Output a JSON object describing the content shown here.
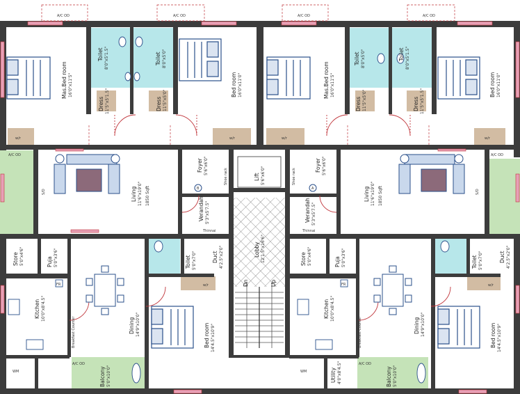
{
  "colors": {
    "wall": "#3c3c3c",
    "toilet_fill": "#b7e7ea",
    "balcony_fill": "#c5e3b8",
    "wardrobe_fill": "#d2bca3",
    "door_red": "#c0343a",
    "window_pink": "#e7a0b6",
    "furniture_blue": "#2a4f8a",
    "sofa_fill": "#c9d8ec",
    "rug_fill": "#8c6a7a",
    "lobby_grid": "#7a7a7a"
  },
  "rooms": {
    "mbed_l_name": "Mas.Bed room",
    "mbed_l_dim": "16'0\"x11'5\"",
    "toilet_l1_name": "Toilet",
    "toilet_l1_dim": "8'0\"x5'1.5\"",
    "toilet_l2_name": "Toilet",
    "toilet_l2_dim": "8'0\"x5'0\"",
    "dress_l1_name": "Dress",
    "dress_l1_dim": "11'5\"x5'1.5\"",
    "dress_l2_name": "Dress",
    "dress_l2_dim": "11'5\"x5'0\"",
    "bed_l_name": "Bed room",
    "bed_l_dim": "16'0\"x11'0\"",
    "living_l_name": "Living",
    "living_l_dim": "11'6\"x19'0\"",
    "area_l": "1850 Sqft",
    "foyer_l_name": "Foyer",
    "foyer_l_dim": "5'6\"x6'0\"",
    "verandah_l_name": "Verandah",
    "verandah_l_dim": "5'3\"x5'7.5\"",
    "shoe_l": "Shoe rack",
    "thinnai_l": "Thinnai",
    "lift_name": "Lift",
    "lift_dim": "5'6\"x6'0\"",
    "lobby_name": "Lobby",
    "lobby_dim": "12'1.5\"x16'6\"",
    "dn": "Dn",
    "up": "Up",
    "foyer_r_name": "Foyer",
    "foyer_r_dim": "5'6\"x6'0\"",
    "verandah_r_name": "Verandah",
    "verandah_r_dim": "5'3\"x5'7.5\"",
    "shoe_r": "Shoe rack",
    "thinnai_r": "Thinnai",
    "mbed_r_name": "Mas.Bed room",
    "mbed_r_dim": "16'0\"x11'5\"",
    "toilet_r1_name": "Toilet",
    "toilet_r1_dim": "8'0\"x5'0\"",
    "toilet_r2_name": "Toilet",
    "toilet_r2_dim": "8'0\"x5'1.5\"",
    "dress_r1_name": "Dress",
    "dress_r1_dim": "11'5\"x5'0\"",
    "dress_r2_name": "Dress",
    "dress_r2_dim": "11'5\"x5'1.5\"",
    "bed_r_name": "Bed room",
    "bed_r_dim": "16'0\"x11'0\"",
    "living_r_name": "Living",
    "living_r_dim": "11'6\"x19'0\"",
    "area_r": "1850 Sqft",
    "store_l_name": "Store",
    "store_l_dim": "5'0\"x4'6\"",
    "puja_l_name": "Puja",
    "puja_l_dim": "5'0\"x3'6\"",
    "kitchen_l_name": "Kitchen",
    "kitchen_l_dim": "10'0\"x8'4.5\"",
    "dining_l_name": "Dining",
    "dining_l_dim": "14'9\"x10'0\"",
    "toilet_l3_name": "Toilet",
    "toilet_l3_dim": "5'0\"x7'0\"",
    "duct_l_name": "Duct",
    "duct_l_dim": "4'2.5\"x2'0\"",
    "bed2_l_name": "Bed room",
    "bed2_l_dim": "14'4.5\"x10'9\"",
    "balcony_l_name": "Balcony",
    "balcony_l_dim": "5'0\"x10'0\"",
    "bcounter_l": "Breakfast Counter",
    "store_r_name": "Store",
    "store_r_dim": "5'0\"x4'6\"",
    "puja_r_name": "Puja",
    "puja_r_dim": "5'0\"x3'6\"",
    "kitchen_r_name": "Kitchen",
    "kitchen_r_dim": "10'0\"x8'4.5\"",
    "dining_r_name": "Dining",
    "dining_r_dim": "14'9\"x10'0\"",
    "toilet_r3_name": "Toilet",
    "toilet_r3_dim": "5'0\"x7'0\"",
    "duct_r_name": "Duct",
    "duct_r_dim": "4'2.5\"x2'0\"",
    "bed2_r_name": "Bed room",
    "bed2_r_dim": "14'4.5\"x10'9\"",
    "utility_r_name": "Utility",
    "utility_r_dim": "4'0\"x8'4.5\"",
    "balcony_r_name": "Balcony",
    "balcony_r_dim": "5'0\"x10'0\"",
    "bcounter_r": "Breakfast Counter"
  },
  "labels": {
    "acod": "A/C OD",
    "wr": "w/r",
    "fr": "FR",
    "wm": "WM",
    "sd": "S/D",
    "flat_a": "A",
    "flat_b": "B"
  }
}
